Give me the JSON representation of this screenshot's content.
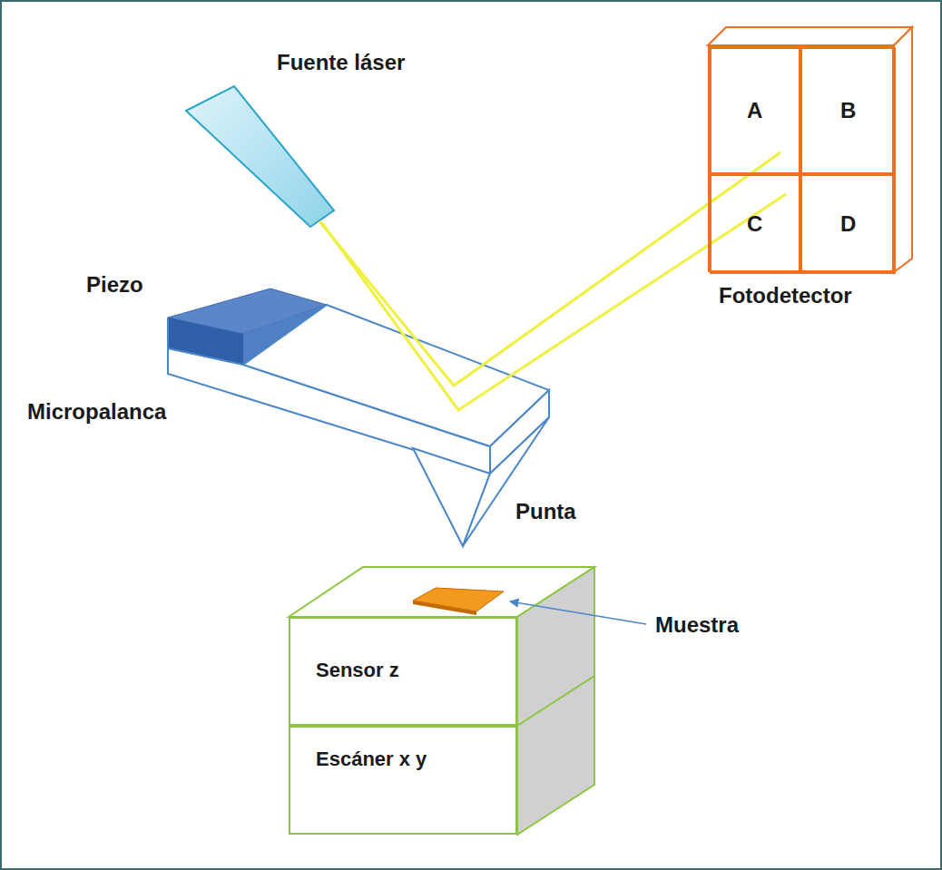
{
  "diagram": {
    "nodes": [
      {
        "text": [
          "Fotodetector"
        ]
      },
      {
        "text": [
          "A"
        ],
        "in": 0
      },
      {
        "text": [
          "B"
        ],
        "in": 0
      },
      {
        "text": [
          "C"
        ],
        "in": 0
      },
      {
        "text": [
          "D"
        ],
        "in": 0
      },
      {
        "text": [
          "Sensor z"
        ]
      },
      {
        "text": [
          "Escáner x y"
        ]
      }
    ],
    "labels": [
      "Fuente láser",
      "Piezo",
      "Micropalanca",
      "Punta",
      "Muestra"
    ]
  }
}
